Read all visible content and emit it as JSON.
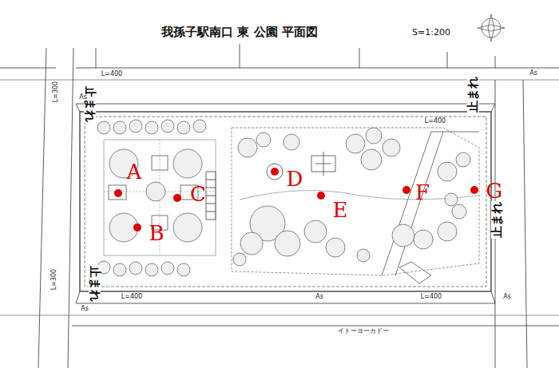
{
  "diagram": {
    "title": "我孫子駅南口 東 公園 平面図",
    "labels": [
      "S=1:200",
      "止まれ",
      "止まれ",
      "止まれ",
      "止まれ",
      "L=400",
      "L=400",
      "L=400",
      "L=400",
      "L=300",
      "L=300",
      "As",
      "As",
      "As",
      "As",
      "As",
      "イトーヨーカドー",
      "A",
      "B",
      "C",
      "D",
      "E",
      "F",
      "G"
    ]
  }
}
